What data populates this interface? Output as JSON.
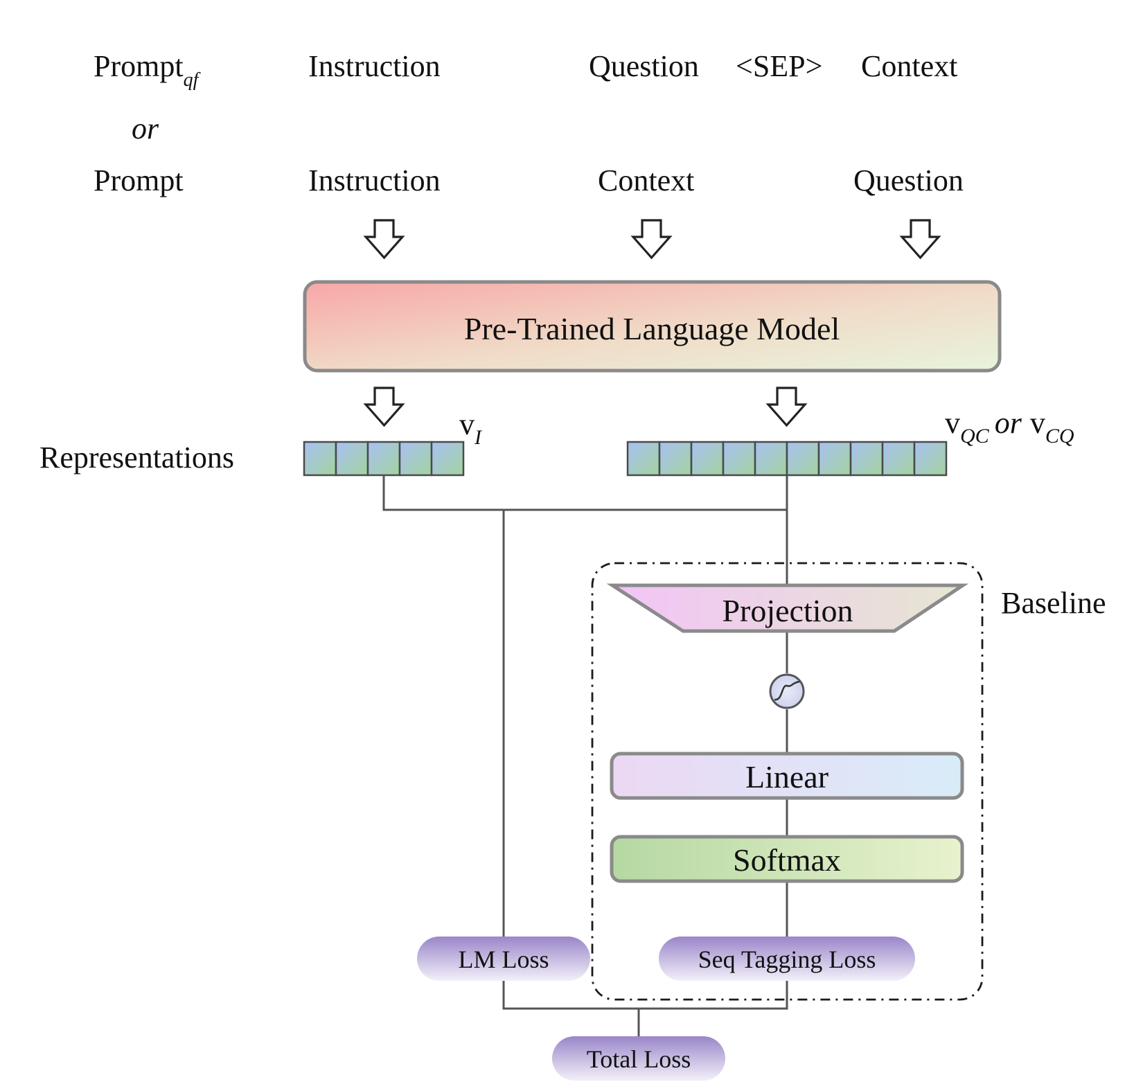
{
  "inputs": {
    "row1": {
      "prompt": "Prompt",
      "prompt_subscript": "qf",
      "instruction": "Instruction",
      "question": "Question",
      "sep": "<SEP>",
      "context": "Context"
    },
    "or_label": "or",
    "row2": {
      "prompt": "Prompt",
      "instruction": "Instruction",
      "context": "Context",
      "question": "Question"
    }
  },
  "model": {
    "label": "Pre-Trained Language Model"
  },
  "representations": {
    "label": "Representations",
    "vi": {
      "base": "v",
      "sub": "I"
    },
    "vqc": {
      "base": "v",
      "sub": "QC"
    },
    "or_word": "or",
    "vcq": {
      "base": "v",
      "sub": "CQ"
    }
  },
  "baseline": {
    "label": "Baseline",
    "projection": "Projection",
    "linear": "Linear",
    "softmax": "Softmax"
  },
  "losses": {
    "lm": "LM Loss",
    "seq": "Seq Tagging Loss",
    "total": "Total Loss"
  },
  "colors": {
    "model_gradient": [
      "#f8a9a9",
      "#e9f4dc"
    ],
    "projection_gradient": [
      "#f0c6f4",
      "#e6e6d4"
    ],
    "linear_gradient": [
      "#ead9f4",
      "#d9ecf8"
    ],
    "softmax_gradient": [
      "#b7d9a4",
      "#e6f1cc"
    ],
    "cell_gradient": [
      "#a6c4ee",
      "#a4d0a2"
    ],
    "loss_gradient": [
      "#9d88cb",
      "#f2eef8"
    ]
  },
  "icons": {
    "activation": "sigmoid-activation-icon",
    "arrows": "hollow-down-arrow-icon"
  }
}
